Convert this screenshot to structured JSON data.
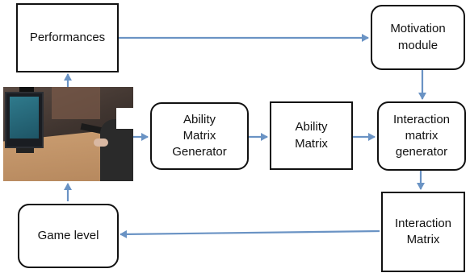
{
  "diagram": {
    "nodes": {
      "performances": {
        "label": "Performances"
      },
      "motivation_module": {
        "label": "Motivation\nmodule"
      },
      "ability_matrix_generator": {
        "label": "Ability\nMatrix\nGenerator"
      },
      "ability_matrix": {
        "label": "Ability\nMatrix"
      },
      "interaction_matrix_generator": {
        "label": "Interaction\nmatrix\ngenerator"
      },
      "interaction_matrix": {
        "label": "Interaction\nMatrix"
      },
      "game_level": {
        "label": "Game level"
      }
    },
    "colors": {
      "arrow": "#6a93c4",
      "border": "#111111"
    }
  }
}
